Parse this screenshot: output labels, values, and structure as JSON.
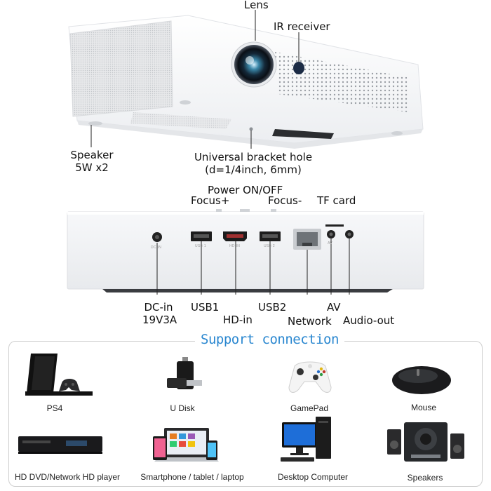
{
  "callouts": {
    "lens": "Lens",
    "ir_receiver": "IR receiver",
    "speaker_line1": "Speaker",
    "speaker_line2": "5W x2",
    "bracket_line1": "Universal bracket hole",
    "bracket_line2": "(d=1/4inch, 6mm)",
    "power": "Power ON/OFF",
    "focus_plus": "Focus+",
    "focus_minus": "Focus-",
    "tf_card": "TF card",
    "dc_in_line1": "DC-in",
    "dc_in_line2": "19V3A",
    "usb1": "USB1",
    "hd_in": "HD-in",
    "usb2": "USB2",
    "network": "Network",
    "av": "AV",
    "audio_out": "Audio-out"
  },
  "port_printed": {
    "dc": "DC IN",
    "usb1": "USB 1",
    "hd": "HD IN",
    "usb2": "USB 2",
    "av": "AV"
  },
  "support": {
    "title": "Support connection",
    "devices": [
      {
        "label": "PS4",
        "icon": "ps4-console-icon"
      },
      {
        "label": "U Disk",
        "icon": "usb-drive-icon"
      },
      {
        "label": "GamePad",
        "icon": "gamepad-icon"
      },
      {
        "label": "Mouse",
        "icon": "mouse-icon"
      },
      {
        "label": "HD DVD/Network HD player",
        "icon": "dvd-player-icon"
      },
      {
        "label": "Smartphone / tablet / laptop",
        "icon": "laptop-tablet-phone-icon"
      },
      {
        "label": "Desktop Computer",
        "icon": "desktop-computer-icon"
      },
      {
        "label": "Speakers",
        "icon": "speakers-icon"
      }
    ]
  },
  "colors": {
    "accent": "#2a87d0",
    "body": "#f4f5f7"
  }
}
